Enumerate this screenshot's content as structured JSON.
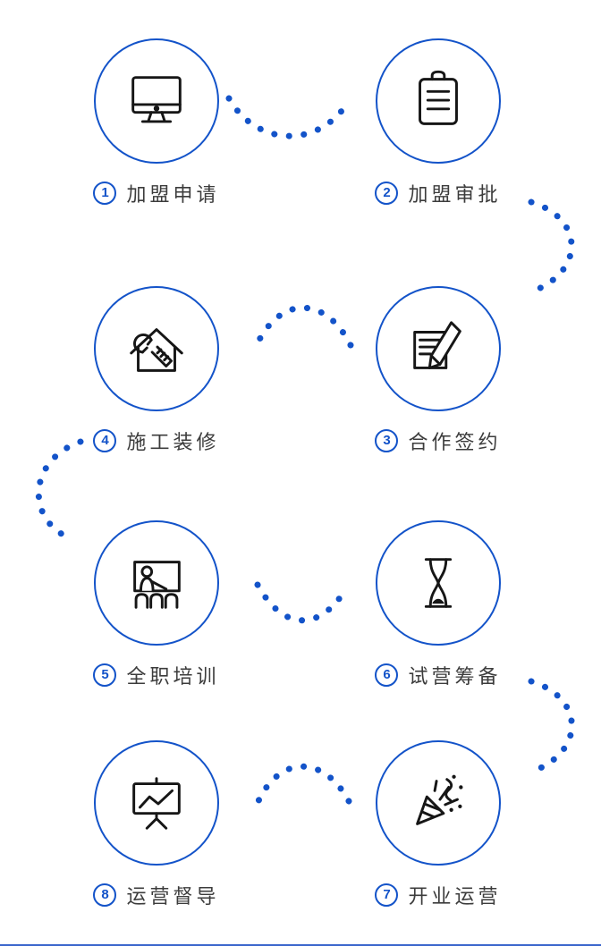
{
  "colors": {
    "accent": "#1353c9",
    "icon_stroke": "#161616",
    "label_text": "#3c3c3c",
    "background": "#ffffff",
    "divider": "#3b66cc"
  },
  "steps": [
    {
      "number": "1",
      "label": "加盟申请",
      "icon": "desktop-computer-icon"
    },
    {
      "number": "2",
      "label": "加盟审批",
      "icon": "clipboard-checklist-icon"
    },
    {
      "number": "3",
      "label": "合作签约",
      "icon": "contract-signing-icon"
    },
    {
      "number": "4",
      "label": "施工装修",
      "icon": "house-renovation-icon"
    },
    {
      "number": "5",
      "label": "全职培训",
      "icon": "classroom-training-icon"
    },
    {
      "number": "6",
      "label": "试营筹备",
      "icon": "hourglass-icon"
    },
    {
      "number": "7",
      "label": "开业运营",
      "icon": "opening-celebration-icon"
    },
    {
      "number": "8",
      "label": "运营督导",
      "icon": "chart-presentation-icon"
    }
  ],
  "connectors": [
    {
      "from": "1",
      "to": "2"
    },
    {
      "from": "2",
      "to": "3"
    },
    {
      "from": "3",
      "to": "4"
    },
    {
      "from": "4",
      "to": "5"
    },
    {
      "from": "5",
      "to": "6"
    },
    {
      "from": "6",
      "to": "7"
    },
    {
      "from": "7",
      "to": "8"
    }
  ]
}
